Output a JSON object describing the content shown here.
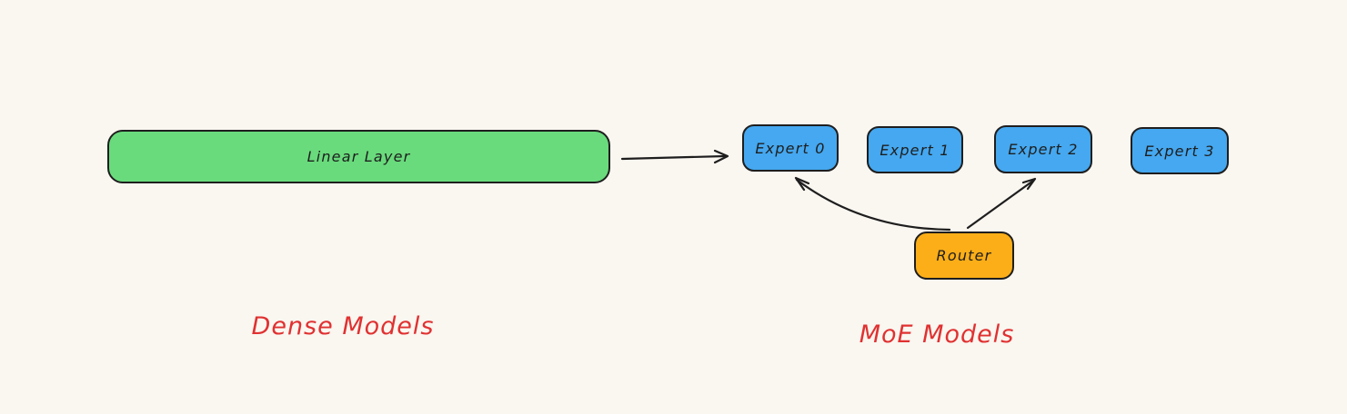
{
  "diagram": {
    "background": "#faf6f0",
    "stroke_color": "#1e1e1e",
    "caption_color": "#e03131",
    "dense": {
      "linear_layer_label": "Linear Layer",
      "linear_layer_fill": "#69db7c",
      "caption": "Dense Models"
    },
    "moe": {
      "experts": [
        "Expert 0",
        "Expert 1",
        "Expert 2",
        "Expert 3"
      ],
      "expert_fill": "#45a8f0",
      "router_label": "Router",
      "router_fill": "#fbae17",
      "caption": "MoE Models"
    }
  }
}
